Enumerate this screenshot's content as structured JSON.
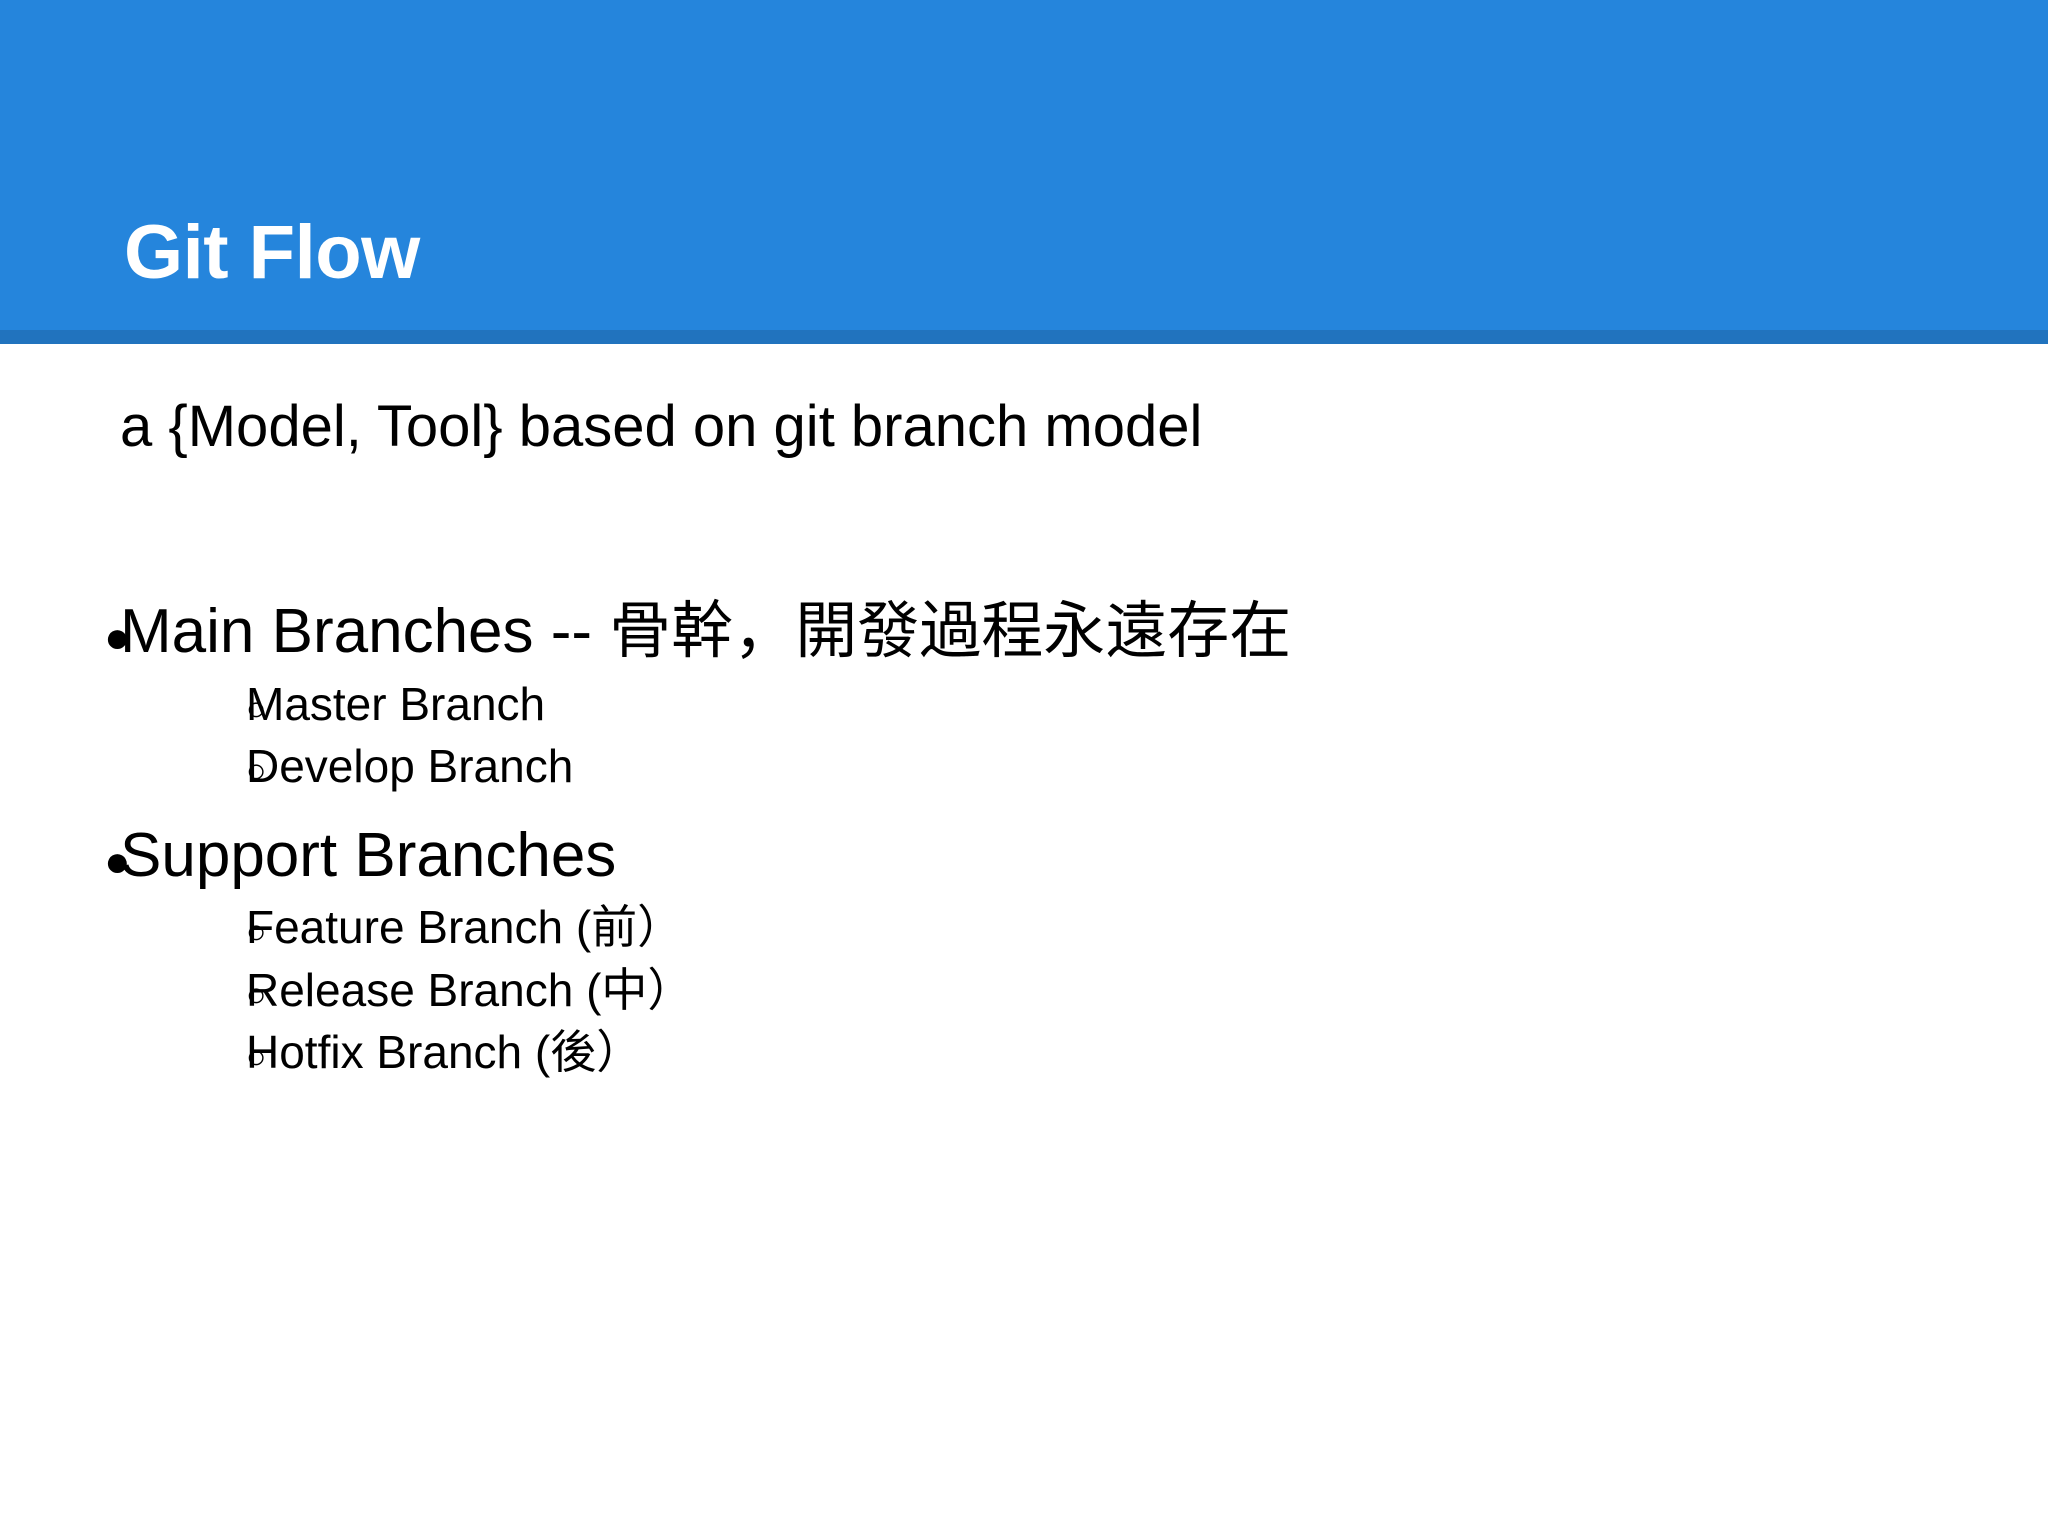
{
  "slide": {
    "title": "Git Flow",
    "subtitle": "a {Model, Tool} based on git branch model",
    "header_color": "#2585dc",
    "header_underline_color": "#2173be",
    "text_color": "#000000",
    "title_color": "#ffffff",
    "background_color": "#ffffff"
  },
  "bullets": {
    "l1_marker": "●",
    "l2_marker": "○",
    "groups": [
      {
        "label": "Main Branches -- 骨幹，開發過程永遠存在",
        "children": [
          {
            "label": "Master Branch"
          },
          {
            "label": "Develop Branch"
          }
        ]
      },
      {
        "label": "Support Branches",
        "children": [
          {
            "label": "Feature Branch (前）"
          },
          {
            "label": "Release Branch (中）"
          },
          {
            "label": "Hotfix Branch (後）"
          }
        ]
      }
    ]
  }
}
